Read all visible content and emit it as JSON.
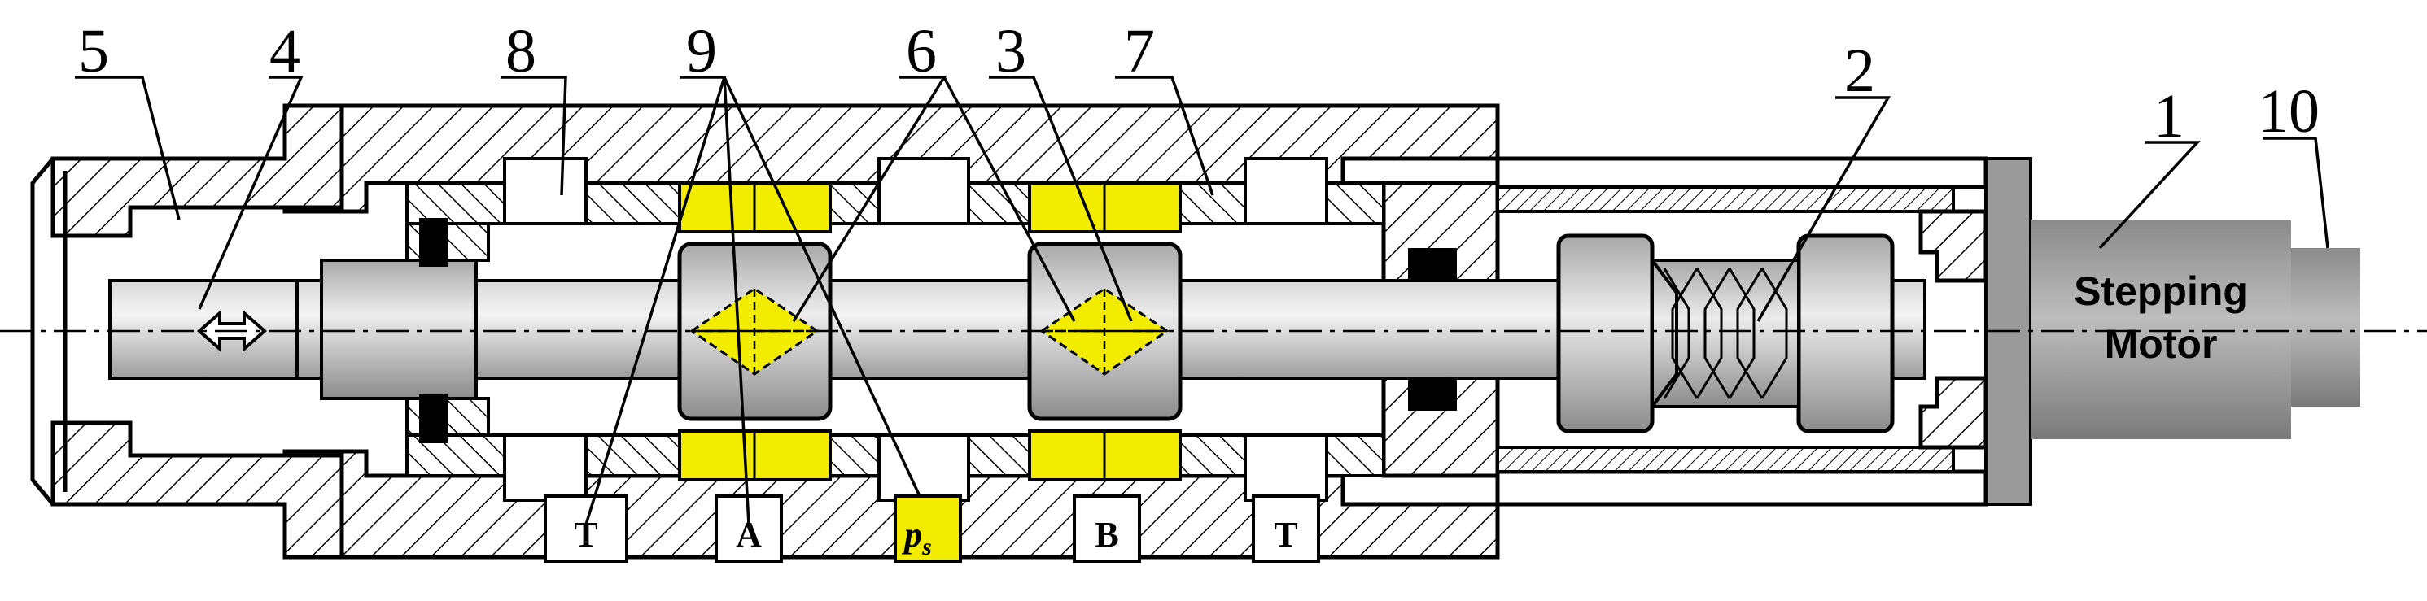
{
  "labels": {
    "n1": "1",
    "n2": "2",
    "n3": "3",
    "n4": "4",
    "n5": "5",
    "n6": "6",
    "n7": "7",
    "n8": "8",
    "n9": "9",
    "n10": "10"
  },
  "ports": {
    "t_left": "T",
    "a": "A",
    "ps_main": "p",
    "ps_sub": "s",
    "b": "B",
    "t_right": "T"
  },
  "motor": {
    "line1": "Stepping",
    "line2": "Motor"
  },
  "colors": {
    "highlight": "#f2ec00",
    "valve_core": "#c0c0c0",
    "motor_body": "#9a9a9a",
    "plate": "#9a9a9a"
  }
}
